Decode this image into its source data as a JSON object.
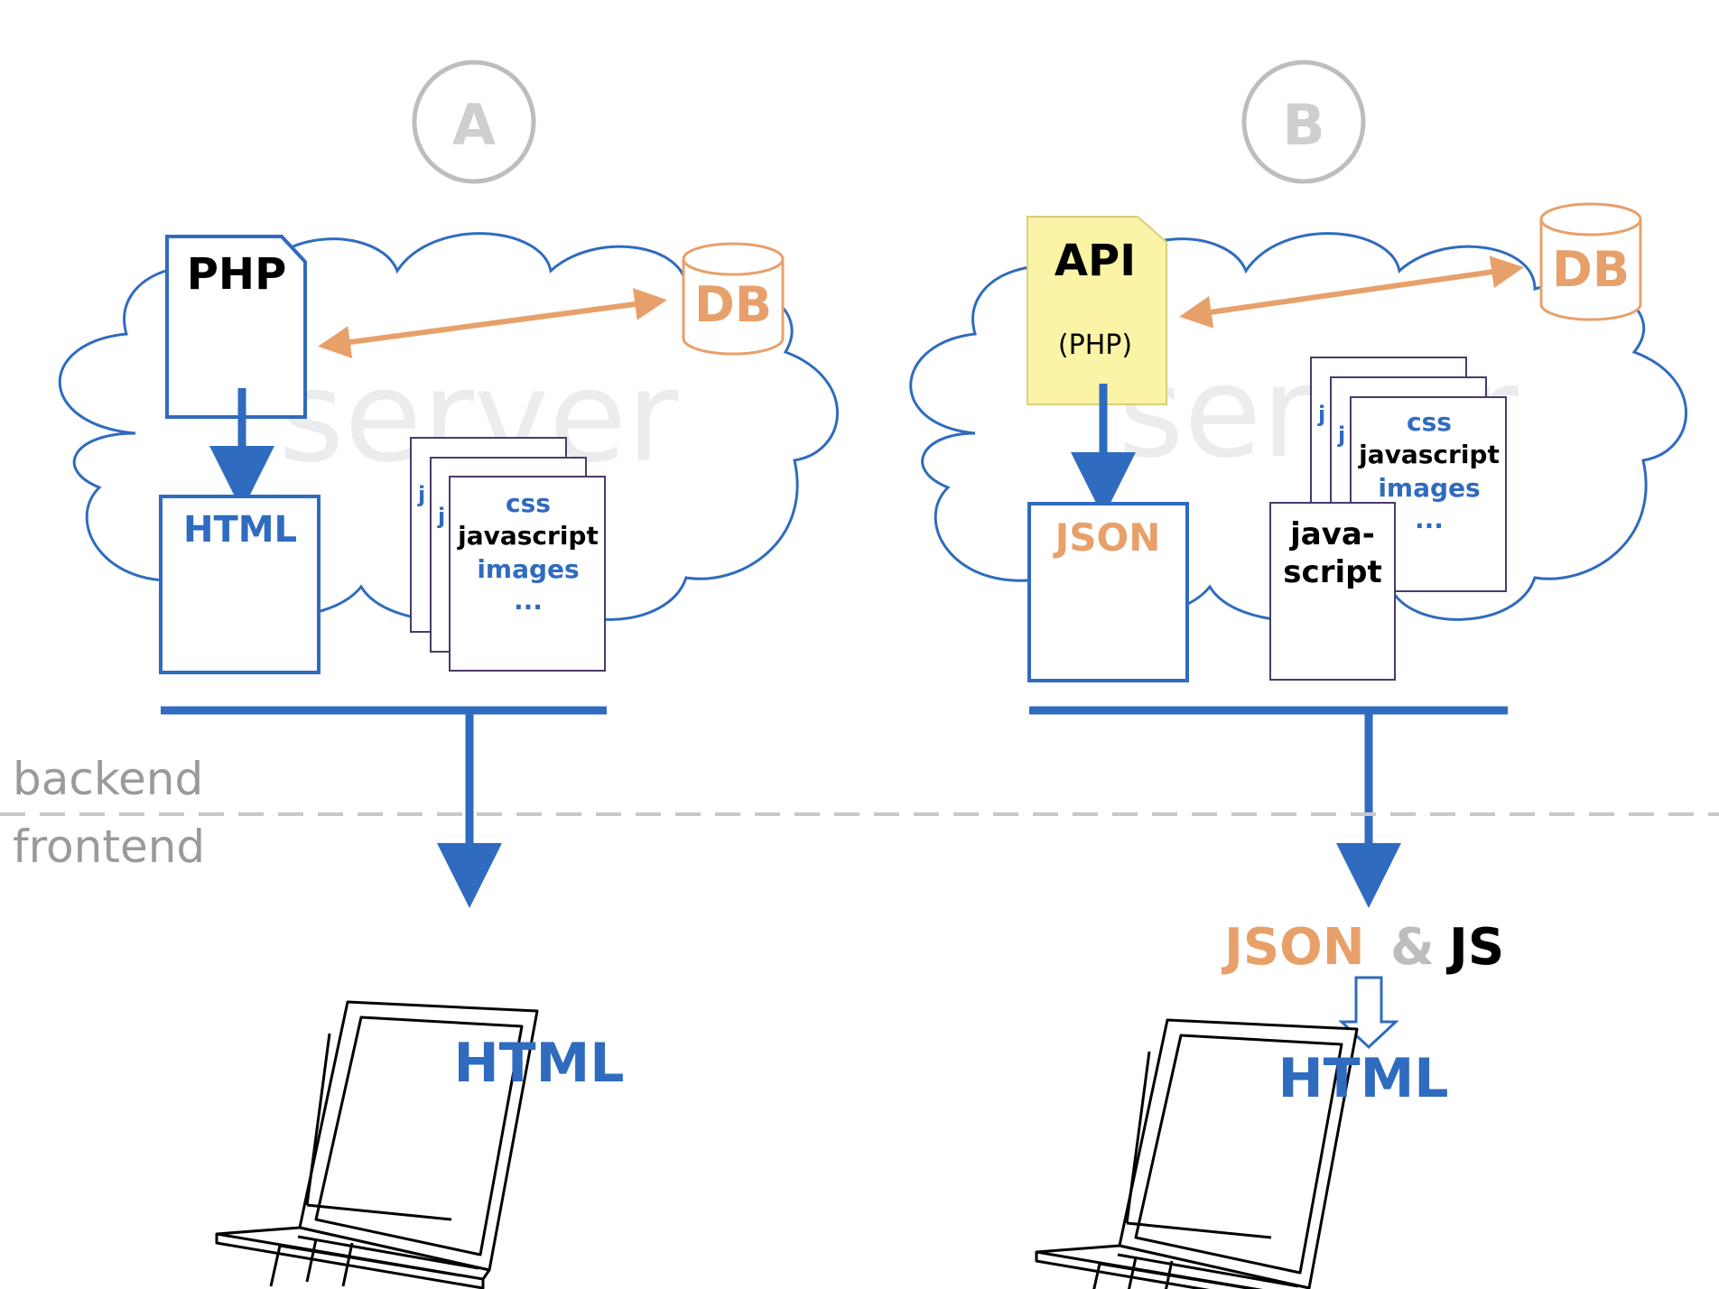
{
  "colors": {
    "blue": "#2F6BBF",
    "orange": "#E8A06A",
    "gray": "#9A9A9A",
    "circle_stroke": "#BDBDBD",
    "circle_text": "#CFCFCF",
    "server_watermark": "#ECECEC",
    "api_fill": "#FBF3A6",
    "page_border": "#4A3A6A",
    "black": "#000000"
  },
  "zones": {
    "backend": "backend",
    "frontend": "frontend"
  },
  "panel_a": {
    "badge": "A",
    "server_label": "server",
    "php_label": "PHP",
    "db_label": "DB",
    "html_doc_label": "HTML",
    "assets": {
      "css": "css",
      "javascript": "javascript",
      "images": "images",
      "more": "...",
      "peek": "j"
    },
    "client_label": "HTML"
  },
  "panel_b": {
    "badge": "B",
    "server_label": "server",
    "api_label": "API",
    "api_sub": "(PHP)",
    "db_label": "DB",
    "json_doc_label": "JSON",
    "assets": {
      "css": "css",
      "javascript": "javascript",
      "images": "images",
      "more": "...",
      "peek": "j"
    },
    "js_doc_line1": "java-",
    "js_doc_line2": "script",
    "delivery": {
      "json": "JSON",
      "amp": "&",
      "js": "JS"
    },
    "client_label": "HTML"
  }
}
